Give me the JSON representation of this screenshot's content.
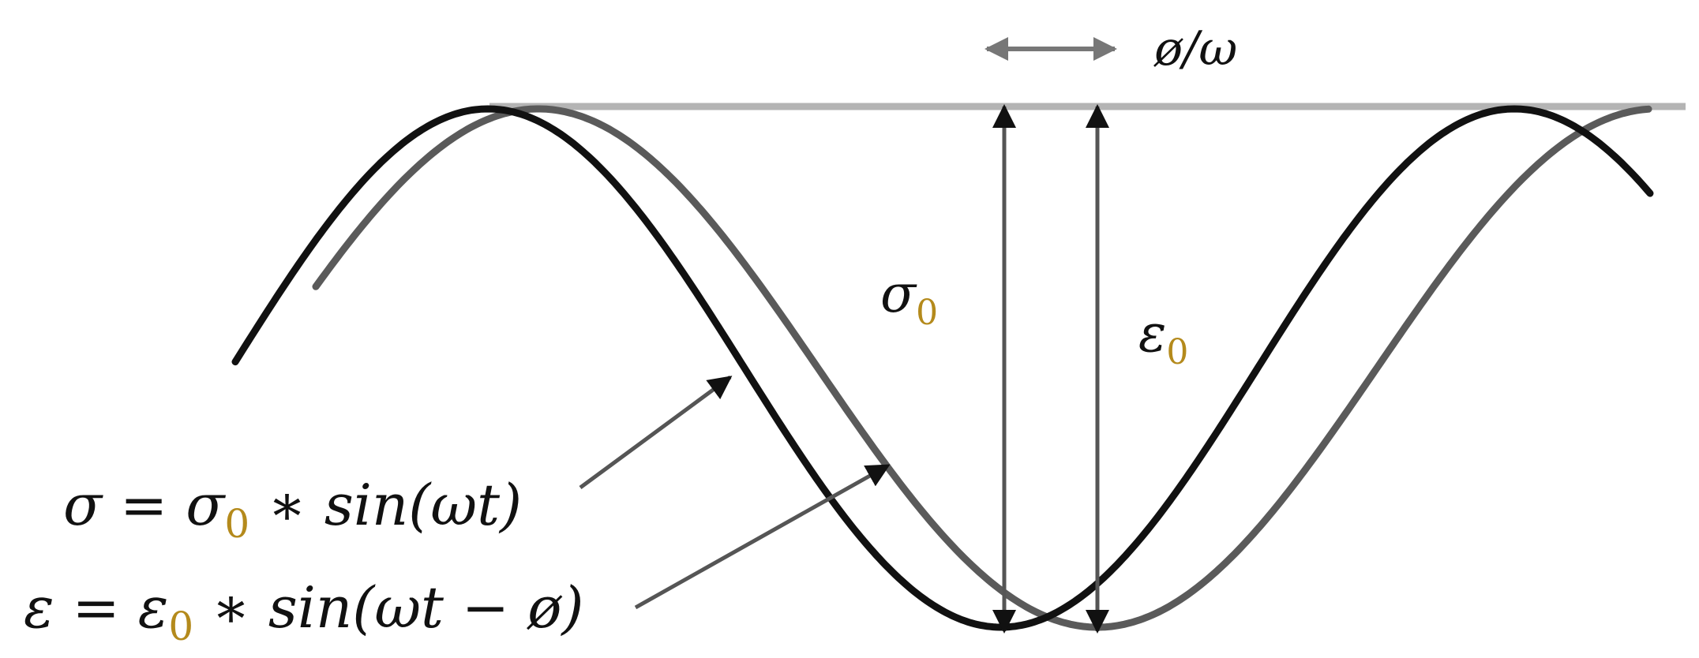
{
  "diagram": {
    "phase_label": "ø/ω",
    "sigma_amp_label": {
      "symbol": "σ",
      "subscript": "0"
    },
    "epsilon_amp_label": {
      "symbol": "ε",
      "subscript": "0"
    },
    "stress_equation": {
      "lhs": "σ = σ",
      "subscript": "0",
      "rhs": " ∗ sin(ωt)"
    },
    "strain_equation": {
      "lhs": "ε = ε",
      "subscript": "0",
      "rhs": " ∗ sin(ωt − ø)"
    },
    "colors": {
      "stress_curve": "#111111",
      "strain_curve": "#5a5a5a",
      "reference_line": "#b4b4b4",
      "subscript_accent": "#b48a1c"
    }
  }
}
